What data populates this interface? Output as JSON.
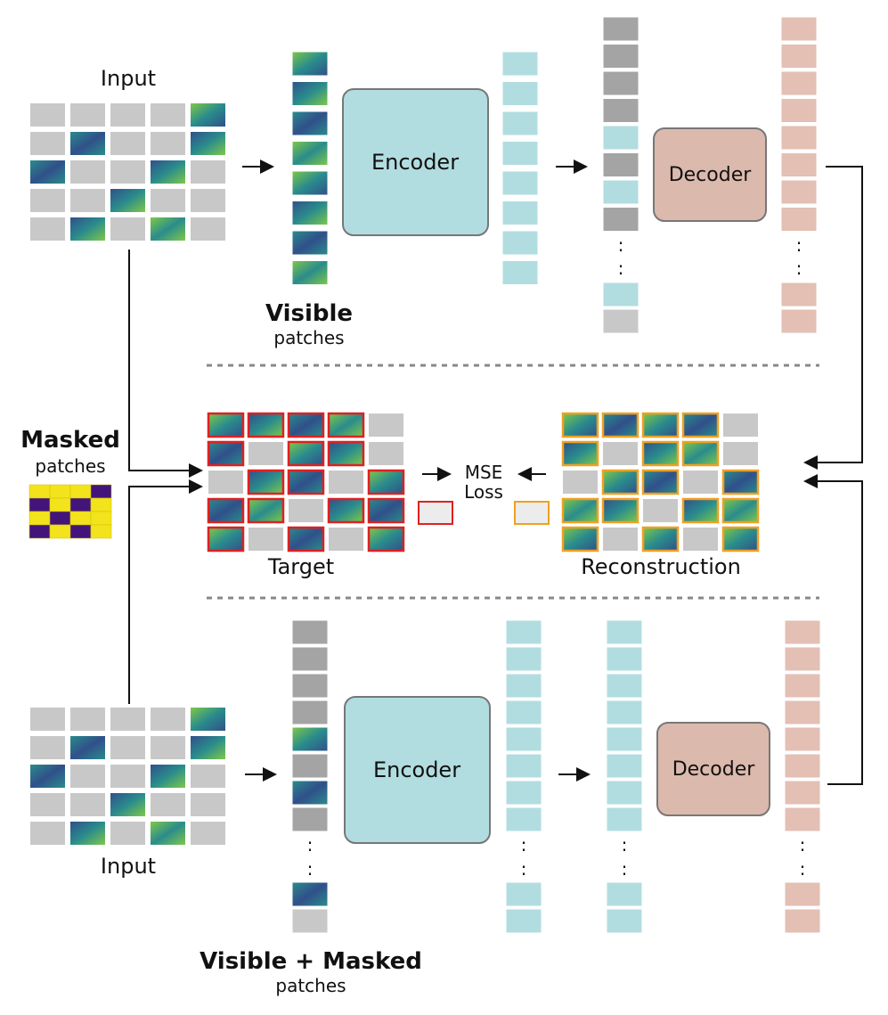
{
  "colors": {
    "patch_gray": "#c8c8c8",
    "encoder_fill": "#b2dde0",
    "encoder_stroke": "#777777",
    "decoder_fill": "#dcb9ad",
    "token_teal": "#b2dde0",
    "token_gray": "#a4a4a4",
    "token_pink": "#e3bfb4",
    "target_border": "#e02020",
    "recon_border": "#f0a020",
    "mask_yellow": "#f2e31c",
    "mask_purple": "#43157a",
    "dashed": "#888888",
    "spec_dark": "#30508a",
    "spec_mid": "#2a8c8c",
    "spec_light": "#7ec84a"
  },
  "top": {
    "input_label": "Input",
    "visible_title": "Visible",
    "visible_sub": "patches",
    "encoder_label": "Encoder",
    "decoder_label": "Decoder"
  },
  "middle": {
    "masked_title": "Masked",
    "masked_sub": "patches",
    "target_label": "Target",
    "reconstruction_label": "Reconstruction",
    "loss_line1": "MSE",
    "loss_line2": "Loss"
  },
  "bottom": {
    "input_label": "Input",
    "title": "Visible + Masked",
    "sub": "patches",
    "encoder_label": "Encoder",
    "decoder_label": "Decoder"
  },
  "ellipsis": ":"
}
